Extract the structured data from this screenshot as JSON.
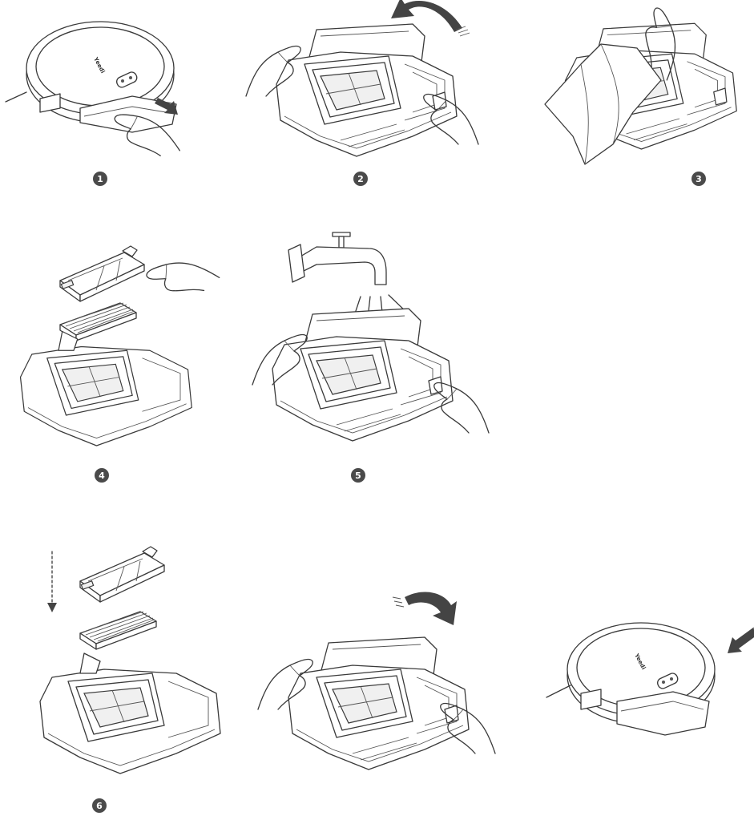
{
  "brand_text": "Yeedi",
  "steps": [
    {
      "number": "1",
      "icon": "remove-dustbin-illustration"
    },
    {
      "number": "2",
      "icon": "open-dustbin-lid-illustration"
    },
    {
      "number": "3",
      "icon": "tap-empty-dustbin-illustration"
    },
    {
      "number": "4",
      "icon": "remove-filters-illustration"
    },
    {
      "number": "5",
      "icon": "rinse-dustbin-illustration"
    },
    {
      "number": "6",
      "icon": "reinstall-filters-illustration"
    }
  ],
  "extra_figures": [
    "close-dustbin-lid-illustration",
    "reinsert-dustbin-illustration"
  ],
  "colors": {
    "line": "#3a3a3a",
    "badge": "#4a4a4a",
    "arrow": "#444444"
  }
}
